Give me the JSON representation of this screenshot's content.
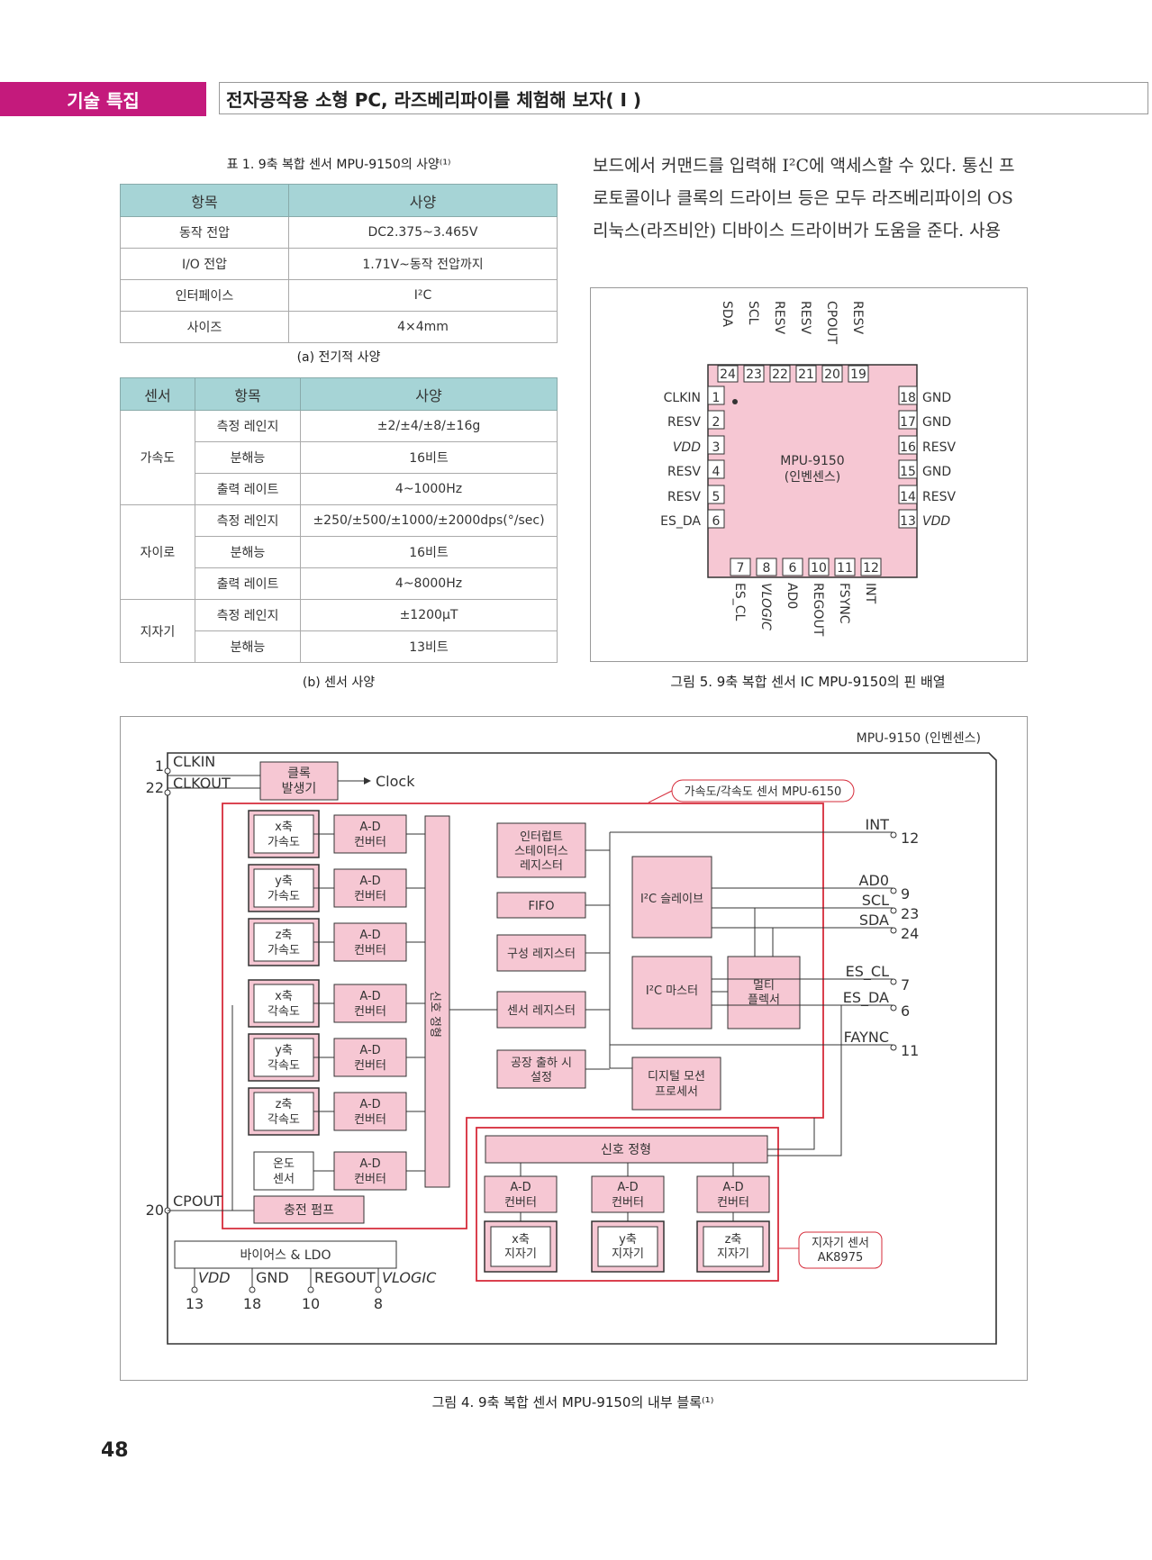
{
  "header": {
    "section": "기술 특집",
    "title": "전자공작용 소형 PC, 라즈베리파이를 체험해 보자( I )"
  },
  "table_a": {
    "caption": "표 1. 9축 복합 센서 MPU-9150의 사양⁽¹⁾",
    "col_item": "항목",
    "col_spec": "사양",
    "rows": [
      {
        "item": "동작 전압",
        "spec": "DC2.375~3.465V"
      },
      {
        "item": "I/O 전압",
        "spec": "1.71V~동작 전압까지"
      },
      {
        "item": "인터페이스",
        "spec": "I²C"
      },
      {
        "item": "사이즈",
        "spec": "4×4mm"
      }
    ],
    "sub_caption": "(a) 전기적 사양"
  },
  "table_b": {
    "col_sensor": "센서",
    "col_item": "항목",
    "col_spec": "사양",
    "groups": [
      {
        "sensor": "가속도",
        "rows": [
          {
            "item": "측정 레인지",
            "spec": "±2/±4/±8/±16g"
          },
          {
            "item": "분해능",
            "spec": "16비트"
          },
          {
            "item": "출력 레이트",
            "spec": "4~1000Hz"
          }
        ]
      },
      {
        "sensor": "자이로",
        "rows": [
          {
            "item": "측정 레인지",
            "spec": "±250/±500/±1000/±2000dps(°/sec)"
          },
          {
            "item": "분해능",
            "spec": "16비트"
          },
          {
            "item": "출력 레이트",
            "spec": "4~8000Hz"
          }
        ]
      },
      {
        "sensor": "지자기",
        "rows": [
          {
            "item": "측정 레인지",
            "spec": "±1200μT"
          },
          {
            "item": "분해능",
            "spec": "13비트"
          }
        ]
      }
    ],
    "sub_caption": "(b) 센서 사양"
  },
  "body_text": [
    "보드에서 커맨드를 입력해 I²C에 액세스할 수 있다. 통신 프",
    "로토콜이나 클록의 드라이브 등은 모두 라즈베리파이의 OS",
    "리눅스(라즈비안) 디바이스 드라이버가 도움을 준다. 사용"
  ],
  "fig5": {
    "caption": "그림 5. 9축 복합 센서 IC MPU-9150의 핀 배열",
    "chip_name": "MPU-9150",
    "chip_vendor": "(인벤센스)",
    "top_pins": [
      {
        "num": "24",
        "name": "SDA"
      },
      {
        "num": "23",
        "name": "SCL"
      },
      {
        "num": "22",
        "name": "RESV"
      },
      {
        "num": "21",
        "name": "RESV"
      },
      {
        "num": "20",
        "name": "CPOUT"
      },
      {
        "num": "19",
        "name": "RESV"
      }
    ],
    "left_pins": [
      {
        "num": "1",
        "name": "CLKIN"
      },
      {
        "num": "2",
        "name": "RESV"
      },
      {
        "num": "3",
        "name": "VDD"
      },
      {
        "num": "4",
        "name": "RESV"
      },
      {
        "num": "5",
        "name": "RESV"
      },
      {
        "num": "6",
        "name": "ES_DA"
      }
    ],
    "right_pins": [
      {
        "num": "18",
        "name": "GND"
      },
      {
        "num": "17",
        "name": "GND"
      },
      {
        "num": "16",
        "name": "RESV"
      },
      {
        "num": "15",
        "name": "GND"
      },
      {
        "num": "14",
        "name": "RESV"
      },
      {
        "num": "13",
        "name": "VDD"
      }
    ],
    "bottom_pins": [
      {
        "num": "7",
        "name": "ES_CL"
      },
      {
        "num": "8",
        "name": "VLOGIC"
      },
      {
        "num": "6",
        "name": "AD0"
      },
      {
        "num": "10",
        "name": "REGOUT"
      },
      {
        "num": "11",
        "name": "FSYNC"
      },
      {
        "num": "12",
        "name": "INT"
      }
    ]
  },
  "fig4": {
    "caption": "그림 4. 9축 복합 센서 MPU-9150의 내부 블록⁽¹⁾",
    "title": "MPU-9150 (인벤센스)",
    "clk_pins": [
      {
        "num": "1",
        "name": "CLKIN"
      },
      {
        "num": "22",
        "name": "CLKOUT"
      }
    ],
    "clock_gen": [
      "클록",
      "발생기"
    ],
    "clock_label": "Clock",
    "mpu6150_label": "가속도/각속도 센서 MPU-6150",
    "sensors": [
      [
        "x축",
        "가속도"
      ],
      [
        "y축",
        "가속도"
      ],
      [
        "z축",
        "가속도"
      ],
      [
        "x축",
        "각속도"
      ],
      [
        "y축",
        "각속도"
      ],
      [
        "z축",
        "각속도"
      ],
      [
        "온도",
        "센서"
      ]
    ],
    "adc": [
      "A-D",
      "컨버터"
    ],
    "signal_cond_v": "신호 정형",
    "registers": [
      [
        "인터럽트",
        "스테이터스",
        "레지스터"
      ],
      [
        "FIFO"
      ],
      [
        "구성 레지스터"
      ],
      [
        "센서 레지스터"
      ],
      [
        "공장 출하 시",
        "설정"
      ]
    ],
    "i2c_slave": "I²C 슬레이브",
    "i2c_master": "I²C 마스터",
    "mux": [
      "멀티",
      "플렉서"
    ],
    "dmp": [
      "디지털 모션",
      "프로세서"
    ],
    "right_pins": [
      {
        "num": "12",
        "name": "INT"
      },
      {
        "num": "9",
        "name": "AD0"
      },
      {
        "num": "23",
        "name": "SCL"
      },
      {
        "num": "24",
        "name": "SDA"
      },
      {
        "num": "7",
        "name": "ES_CL"
      },
      {
        "num": "6",
        "name": "ES_DA"
      },
      {
        "num": "11",
        "name": "FAYNC"
      }
    ],
    "cpout": {
      "num": "20",
      "name": "CPOUT"
    },
    "charge_pump": "충전 펌프",
    "bias": "바이어스 & LDO",
    "bottom_pins": [
      {
        "num": "13",
        "name": "VDD"
      },
      {
        "num": "18",
        "name": "GND"
      },
      {
        "num": "10",
        "name": "REGOUT"
      },
      {
        "num": "8",
        "name": "VLOGIC"
      }
    ],
    "mag_signal": "신호 정형",
    "mag_axes": [
      [
        "x축",
        "지자기"
      ],
      [
        "y축",
        "지자기"
      ],
      [
        "z축",
        "지자기"
      ]
    ],
    "ak_label": [
      "지자기 센서",
      "AK8975"
    ]
  },
  "page_number": "48",
  "colors": {
    "accent": "#c41a7c",
    "table_head": "#a6d4d6",
    "block_fill": "#f6c7d3",
    "red_line": "#d62b3a"
  }
}
